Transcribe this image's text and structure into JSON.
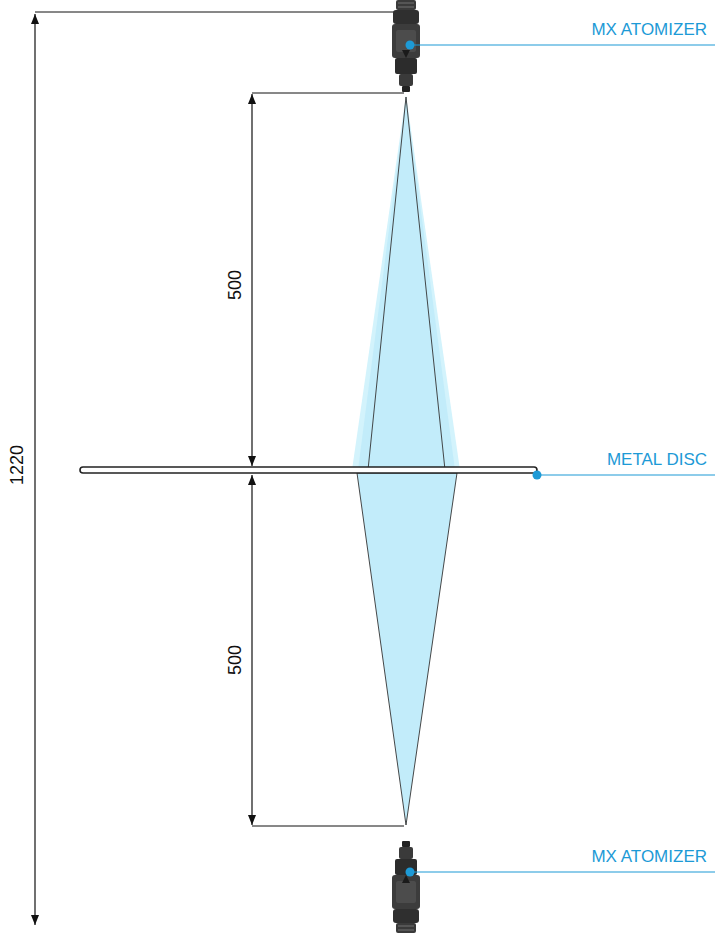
{
  "diagram": {
    "labels": [
      "MX ATOMIZER",
      "500",
      "METAL DISC",
      "1220",
      "500",
      "MX ATOMIZER"
    ]
  }
}
